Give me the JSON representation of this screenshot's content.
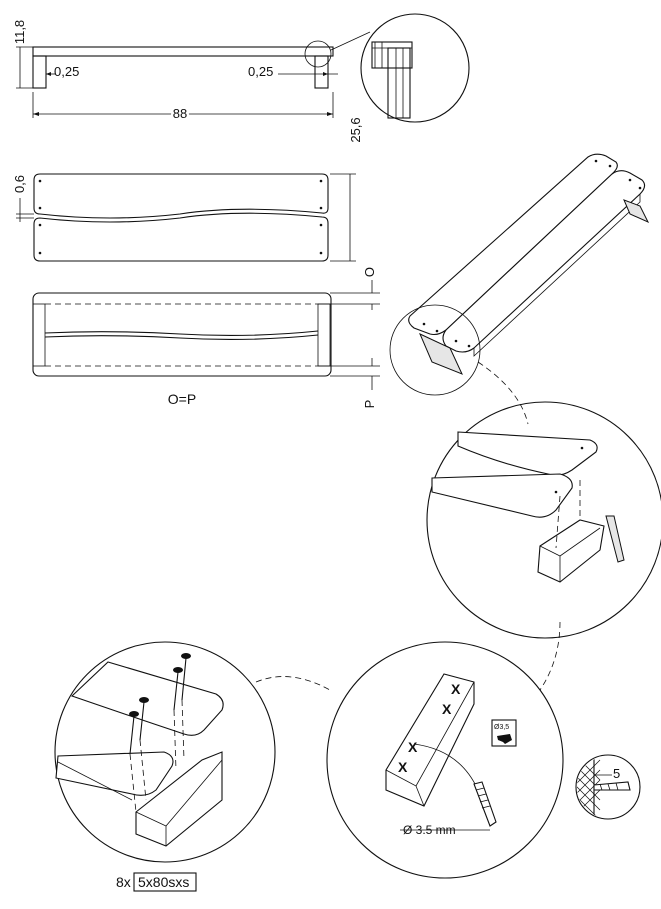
{
  "dimensions": {
    "height": "11,8",
    "overhang_left": "0,25",
    "overhang_right": "0,25",
    "length": "88",
    "depth": "25,6",
    "gap": "0,6",
    "label_o": "O",
    "label_p": "P",
    "equality": "O=P"
  },
  "drill": {
    "diameter_label": "Ø 3.5 mm",
    "icon_label": "Ø3,5",
    "depth_value": "5"
  },
  "marks": {
    "cross": "X"
  },
  "hardware": {
    "quantity": "8x",
    "screw": "5x80sxs"
  }
}
